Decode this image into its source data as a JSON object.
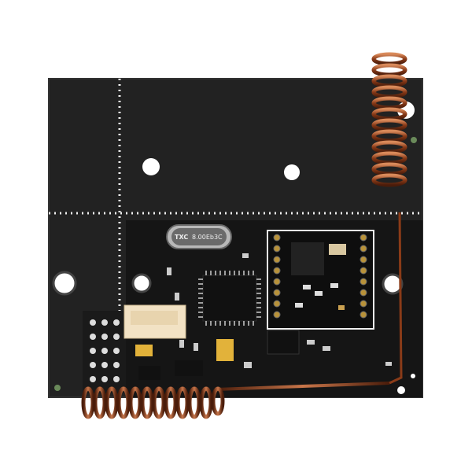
{
  "image": {
    "subject": "pcb-module-with-spiral-antennas",
    "background_color": "#ffffff",
    "board_color": "#1e1e1e",
    "copper_color": "#9a4a22"
  },
  "crystal": {
    "label_brand": "TXC",
    "label_freq": "8.00Eb3C"
  }
}
